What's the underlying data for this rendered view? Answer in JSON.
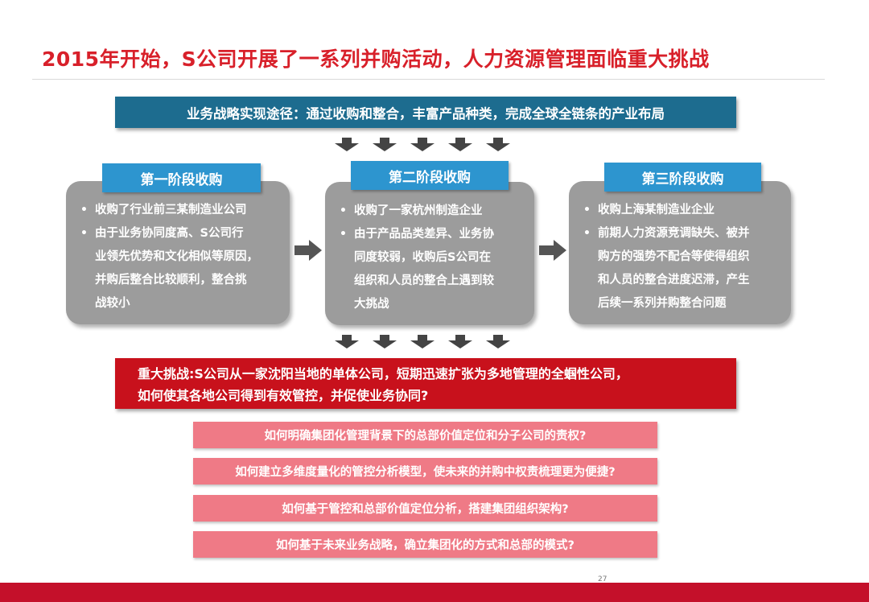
{
  "title": "2015年开始，S公司开展了一系列并购活动，人力资源管理面临重大挑战",
  "strategy": "业务战略实现途径：通过收购和整合，丰富产品种类，完成全球全链条的产业布局",
  "stages": [
    {
      "label": "第一阶段收购",
      "bullets": [
        "收购了行业前三某制造业公司",
        "由于业务协同度高、S公司行",
        "业领先优势和文化相似等原因，",
        "并购后整合比较顺利，整合挑",
        "战较小"
      ]
    },
    {
      "label": "第二阶段收购",
      "bullets": [
        "收购了一家杭州制造企业",
        "由于产品品类差异、业务协",
        "同度较弱，收购后S公司在",
        "组织和人员的整合上遇到较",
        "大挑战"
      ]
    },
    {
      "label": "第三阶段收购",
      "bullets": [
        "收购上海某制造业企业",
        "前期人力资源竞调缺失、被并",
        "购方的强势不配合等使得组织",
        "和人员的整合进度迟滞，产生",
        "后续一系列并购整合问题"
      ]
    }
  ],
  "challenge": {
    "line1": "重大挑战:S公司从一家沈阳当地的单体公司，短期迅速扩张为多地管理的全蝈性公司，",
    "line2": "如何使其各地公司得到有效管控，并促使业务协同?"
  },
  "questions": [
    "如何明确集团化管理背景下的总部价值定位和分子公司的责权?",
    "如何建立多维度量化的管控分析模型，使未来的并购中权责梳理更为便捷?",
    "如何基于管控和总部价值定位分析，搭建集团组织架构?",
    "如何基于未来业务战略，确立集团化的方式和总部的模式?"
  ],
  "page_number": "27",
  "colors": {
    "title": "#d8202a",
    "strategy_bar": "#1d6c8f",
    "stage_label": "#2d95cf",
    "stage_box": "#9c9c9c",
    "challenge": "#c8111c",
    "question": "#ef7a86",
    "footer": "#c4102a"
  },
  "icons": [
    "down-arrow-icon",
    "right-arrow-icon"
  ]
}
